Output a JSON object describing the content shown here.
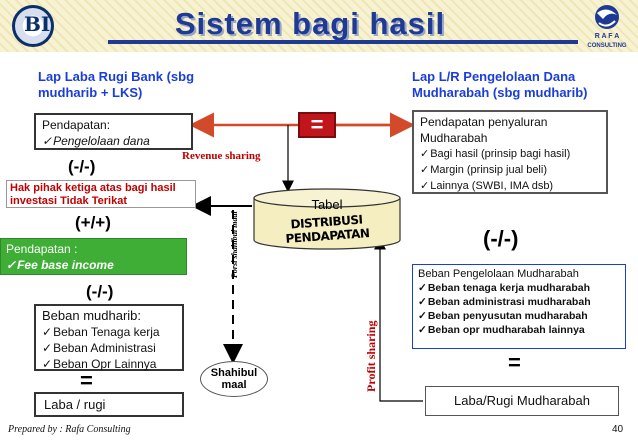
{
  "header": {
    "title": "Sistem bagi hasil",
    "right_logo_text": "R A F A",
    "right_logo_sub": "CONSULTING"
  },
  "left": {
    "heading": "Lap Laba Rugi Bank (sbg mudharib + LKS)",
    "income_box": {
      "label": "Pendapatan:",
      "items": [
        "Pengelolaan dana"
      ]
    },
    "sign_1": "(-/-)",
    "third_party_rights": "Hak pihak ketiga atas bagi hasil investasi Tidak Terikat",
    "sign_2": "(+/+)",
    "fee_box": {
      "label": "Pendapatan :",
      "items": [
        "Fee base income"
      ]
    },
    "sign_3": "(-/-)",
    "expense_box": {
      "label": "Beban mudharib:",
      "items": [
        "Beban Tenaga kerja",
        "Beban Administrasi",
        "Beban Opr Lainnya"
      ]
    },
    "equals": "=",
    "result_box": "Laba / rugi"
  },
  "right": {
    "heading": "Lap L/R Pengelolaan Dana Mudharabah (sbg mudharib)",
    "income_box": {
      "label": "Pendapatan penyaluran Mudharabah",
      "items": [
        "Bagi hasil (prinsip bagi hasil)",
        "Margin (prinsip jual beli)",
        "Lainnya (SWBI, IMA dsb)"
      ]
    },
    "sign": "(-/-)",
    "expense_box": {
      "label": "Beban Pengelolaan Mudharabah",
      "items": [
        "Beban tenaga kerja mudharabah",
        "Beban administrasi mudharabah",
        "Beban penyusutan mudharabah",
        "Beban opr mudharabah lainnya"
      ]
    },
    "equals": "=",
    "result_box": "Laba/Rugi Mudharabah"
  },
  "center": {
    "equals_badge": "=",
    "revenue_sharing": "Revenue sharing",
    "table_label": "Tabel",
    "table_title": "DISTRIBUSI PENDAPATAN",
    "porsi_label": "Porsi shahibul maal",
    "profit_sharing": "Profit sharing",
    "shahibul_maal": "Shahibul maal"
  },
  "footer": {
    "prepared_by": "Prepared by : Rafa Consulting",
    "page": "40"
  },
  "colors": {
    "title_blue": "#1f3a93",
    "heading_blue": "#1b3dd8",
    "red": "#c00000",
    "arrow_red": "#d24a2a",
    "green": "#3fae36",
    "equals_red": "#c0161b"
  }
}
